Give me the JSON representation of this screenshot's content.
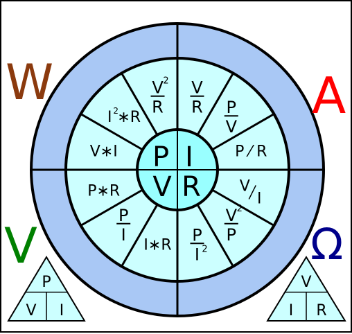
{
  "corner_units": {
    "power": {
      "symbol": "W",
      "color": "#8b3a0e"
    },
    "current": {
      "symbol": "A",
      "color": "#ff0000"
    },
    "voltage": {
      "symbol": "V",
      "color": "#008000"
    },
    "resistance": {
      "symbol": "Ω",
      "color": "#00008b"
    }
  },
  "center_letters": {
    "power": {
      "symbol": "P",
      "color": "#555555"
    },
    "current": {
      "symbol": "I",
      "color": "#e00000"
    },
    "voltage": {
      "symbol": "V",
      "color": "#008000"
    },
    "resistance": {
      "symbol": "R",
      "color": "#00007a"
    }
  },
  "formula_segments": [
    {
      "numerator": "V",
      "numerator_sup": "2",
      "denominator": "R"
    },
    {
      "numerator": "V",
      "denominator": "R"
    },
    {
      "numerator": "P",
      "denominator": "V"
    },
    {
      "text": "P ⁄ R",
      "kind": "slash"
    },
    {
      "numerator": "V",
      "denominator": "I",
      "kind": "slash"
    },
    {
      "numerator": "V",
      "numerator_sup": "2",
      "denominator": "P"
    },
    {
      "numerator": "P",
      "denominator": "I",
      "denominator_sup": "2"
    },
    {
      "text": "I∗R",
      "kind": "inline"
    },
    {
      "numerator": "P",
      "denominator": "I"
    },
    {
      "text": "P∗R",
      "kind": "inline"
    },
    {
      "text": "V∗I",
      "kind": "inline"
    },
    {
      "text": "I∗R",
      "kind": "inline",
      "sup": "2"
    }
  ],
  "triangles": {
    "power": {
      "top": "P",
      "left": "V",
      "right": "I"
    },
    "ohm": {
      "top": "V",
      "left": "I",
      "right": "R"
    }
  },
  "colors": {
    "outer_ring": "#a9c8f5",
    "inner_ring": "#ccffff",
    "center": "#99ffff",
    "triangle_fill": "#ccffff",
    "stroke": "#000000"
  }
}
